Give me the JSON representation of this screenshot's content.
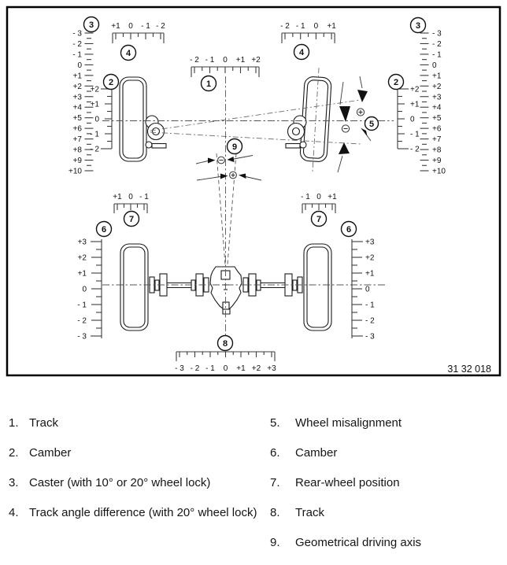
{
  "figure": {
    "ref_number": "31 32 018"
  },
  "callouts": {
    "1": "1",
    "2": "2",
    "3": "3",
    "4": "4",
    "5": "5",
    "6": "6",
    "7": "7",
    "8": "8",
    "9": "9"
  },
  "scales": {
    "caster_left": {
      "callout": "3",
      "labels": [
        "- 3",
        "- 2",
        "- 1",
        "0",
        "+1",
        "+2",
        "+3",
        "+4",
        "+5",
        "+6",
        "+7",
        "+8",
        "+9",
        "+10"
      ]
    },
    "caster_right": {
      "callout": "3",
      "labels": [
        "- 3",
        "- 2",
        "- 1",
        "0",
        "+1",
        "+2",
        "+3",
        "+4",
        "+5",
        "+6",
        "+7",
        "+8",
        "+9",
        "+10"
      ]
    },
    "camber_front_left": {
      "callout": "2",
      "labels": [
        "+2",
        "+1",
        "0",
        "- 1",
        "- 2"
      ]
    },
    "camber_front_right": {
      "callout": "2",
      "labels": [
        "+2",
        "+1",
        "0",
        "- 1",
        "- 2"
      ]
    },
    "track_angle_left": {
      "callout": "4",
      "labels": [
        "+1",
        "0",
        "- 1",
        "- 2"
      ]
    },
    "track_angle_right": {
      "callout": "4",
      "labels": [
        "- 2",
        "- 1",
        "0",
        "+1"
      ]
    },
    "track_front": {
      "callout": "1",
      "labels": [
        "- 2",
        "- 1",
        "0",
        "+1",
        "+2"
      ]
    },
    "rear_position_left": {
      "callout": "7",
      "labels": [
        "+1",
        "0",
        "- 1"
      ]
    },
    "rear_position_right": {
      "callout": "7",
      "labels": [
        "- 1",
        "0",
        "+1"
      ]
    },
    "camber_rear_left": {
      "callout": "6",
      "labels": [
        "+3",
        "+2",
        "+1",
        "0",
        "- 1",
        "- 2",
        "- 3"
      ]
    },
    "camber_rear_right": {
      "callout": "6",
      "labels": [
        "+3",
        "+2",
        "+1",
        "0",
        "- 1",
        "- 2",
        "- 3"
      ]
    },
    "track_rear": {
      "callout": "8",
      "labels": [
        "- 3",
        "- 2",
        "- 1",
        "0",
        "+1",
        "+2",
        "+3"
      ]
    }
  },
  "legend": {
    "left": [
      {
        "num": "1.",
        "label": "Track"
      },
      {
        "num": "2.",
        "label": "Camber"
      },
      {
        "num": "3.",
        "label": "Caster (with 10° or 20° wheel lock)"
      },
      {
        "num": "4.",
        "label": "Track angle difference (with 20° wheel lock)"
      }
    ],
    "right": [
      {
        "num": "5.",
        "label": "Wheel misalignment"
      },
      {
        "num": "6.",
        "label": "Camber"
      },
      {
        "num": "7.",
        "label": "Rear-wheel position"
      },
      {
        "num": "8.",
        "label": "Track"
      },
      {
        "num": "9.",
        "label": "Geometrical driving axis"
      }
    ]
  }
}
